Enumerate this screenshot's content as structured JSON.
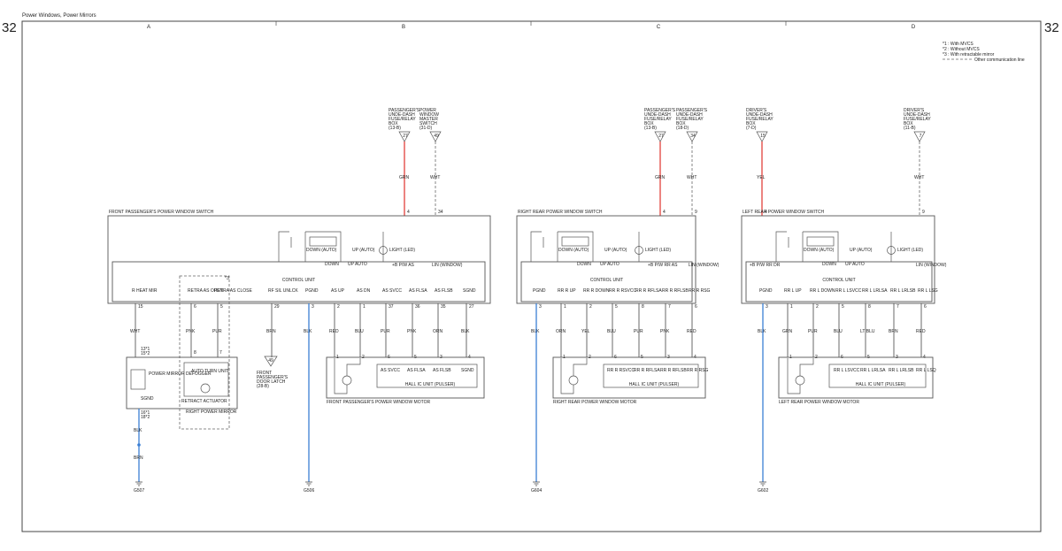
{
  "header": {
    "title": "Power Windows, Power Mirrors",
    "page": "32"
  },
  "columns": [
    "A",
    "B",
    "C",
    "D"
  ],
  "legend": [
    "*1 : With MVCS",
    "*2 : Without MVCS",
    "*3 : With retractable mirror",
    "Other communication line"
  ],
  "sources": [
    {
      "lines": [
        "PASSENGER'S",
        "UNDE-DASH",
        "FUSE/RELAY",
        "BOX",
        "(13-B)"
      ],
      "fuse": "27",
      "color": "GRN",
      "pin": "4"
    },
    {
      "lines": [
        "POWER",
        "WINDOW",
        "MASTER",
        "SWITCH",
        "(31-D)"
      ],
      "fuse": "49",
      "color": "WHT",
      "pin": "34"
    },
    {
      "lines": [
        "PASSENGER'S",
        "UNDE-DASH",
        "FUSE/RELAY",
        "BOX",
        "(13-B)"
      ],
      "fuse": "27",
      "color": "GRN",
      "pin": "4"
    },
    {
      "lines": [
        "PASSENGER'S",
        "UNDE-DASH",
        "FUSE/RELAY",
        "BOX",
        "(18-D)"
      ],
      "fuse": "34",
      "color": "WHT",
      "pin": "9"
    },
    {
      "lines": [
        "DRIVER'S",
        "UNDE-DASH",
        "FUSE/RELAY",
        "BOX",
        "(7-D)"
      ],
      "fuse": "15",
      "color": "YEL",
      "pin": "4"
    },
    {
      "lines": [
        "DRIVER'S",
        "UNDE-DASH",
        "FUSE/RELAY",
        "BOX",
        "(11-B)"
      ],
      "fuse": "7",
      "color": "WHT",
      "pin": "9"
    }
  ],
  "switches": [
    {
      "title": "FRONT PASSENGER'S POWER WINDOW SWITCH",
      "control_unit": "CONTROL UNIT",
      "down_auto": "DOWN (AUTO)",
      "up_auto": "UP (AUTO)",
      "down": "DOWN",
      "up_auto2": "UP AUTO",
      "light": "LIGHT (LED)",
      "pwr_label": "+B P/W AS",
      "lin_label": "LIN (WINDOW)",
      "retract_group": "*3",
      "terminals": [
        {
          "label": "R HEAT MIR",
          "pin": "15",
          "color": "WHT"
        },
        {
          "label": "RETRA AS OPEN",
          "pin": "6",
          "color": "PNK"
        },
        {
          "label": "RETRA AS CLOSE",
          "pin": "5",
          "color": "PUR"
        },
        {
          "label": "RF SIL UNLCK",
          "pin": "29",
          "color": "BRN"
        },
        {
          "label": "PGND",
          "pin": "3",
          "color": "BLK"
        },
        {
          "label": "AS UP",
          "pin": "2",
          "color": "RED"
        },
        {
          "label": "AS DN",
          "pin": "1",
          "color": "BLU"
        },
        {
          "label": "AS SVCC",
          "pin": "37",
          "color": "PUR"
        },
        {
          "label": "AS FLSA",
          "pin": "36",
          "color": "PNK"
        },
        {
          "label": "AS FLSB",
          "pin": "35",
          "color": "ORN"
        },
        {
          "label": "SGND",
          "pin": "27",
          "color": "BLK"
        }
      ]
    },
    {
      "title": "RIGHT REAR POWER WINDOW SWITCH",
      "control_unit": "CONTROL UNIT",
      "down_auto": "DOWN (AUTO)",
      "up_auto": "UP (AUTO)",
      "down": "DOWN",
      "up_auto2": "UP AUTO",
      "light": "LIGHT (LED)",
      "pwr_label": "+B P/W RR AS",
      "lin_label": "LIN (WINDOW)",
      "terminals": [
        {
          "label": "PGND",
          "pin": "3",
          "color": "BLK"
        },
        {
          "label": "RR R UP",
          "pin": "1",
          "color": "ORN"
        },
        {
          "label": "RR R DOWN",
          "pin": "2",
          "color": "YEL"
        },
        {
          "label": "RR R RSVCC",
          "pin": "5",
          "color": "BLU"
        },
        {
          "label": "RR R RFLSA",
          "pin": "8",
          "color": "PUR"
        },
        {
          "label": "RR R RFLSB",
          "pin": "7",
          "color": "PNK"
        },
        {
          "label": "RR R RSG",
          "pin": "6",
          "color": "RED"
        }
      ]
    },
    {
      "title": "LEFT REAR POWER WINDOW SWITCH",
      "control_unit": "CONTROL UNIT",
      "down_auto": "DOWN (AUTO)",
      "up_auto": "UP (AUTO)",
      "down": "DOWN",
      "up_auto2": "UP AUTO",
      "light": "LIGHT (LED)",
      "pwr_label": "+B P/W RR DR",
      "lin_label": "LIN (WINDOW)",
      "terminals": [
        {
          "label": "PGND",
          "pin": "3",
          "color": "BLK"
        },
        {
          "label": "RR L UP",
          "pin": "1",
          "color": "GRN"
        },
        {
          "label": "RR L DOWN",
          "pin": "2",
          "color": "PUR"
        },
        {
          "label": "RR L LSVCC",
          "pin": "5",
          "color": "BLU"
        },
        {
          "label": "RR L LRLSA",
          "pin": "8",
          "color": "LT BLU"
        },
        {
          "label": "RR L LRLSB",
          "pin": "7",
          "color": "BRN"
        },
        {
          "label": "RR L LSG",
          "pin": "6",
          "color": "RED"
        }
      ]
    }
  ],
  "motors": [
    {
      "title": "FRONT PASSENGER'S POWER WINDOW MOTOR",
      "hall": "HALL IC UNIT (PULSER)",
      "pins": [
        "1",
        "2",
        "6",
        "5",
        "3",
        "4"
      ],
      "hall_labels": [
        "AS SVCC",
        "AS FLSA",
        "AS FLSB",
        "SGND"
      ]
    },
    {
      "title": "RIGHT REAR POWER WINDOW MOTOR",
      "hall": "HALL IC UNIT (PULSER)",
      "pins": [
        "1",
        "2",
        "6",
        "5",
        "3",
        "4"
      ],
      "hall_labels": [
        "RR R RSVCC",
        "RR R RFLSA",
        "RR R RFLSB",
        "RR R RSG"
      ]
    },
    {
      "title": "LEFT REAR POWER WINDOW MOTOR",
      "hall": "HALL IC UNIT (PULSER)",
      "pins": [
        "1",
        "2",
        "6",
        "5",
        "3",
        "4"
      ],
      "hall_labels": [
        "RR L LSVCC",
        "RR L LRLSA",
        "RR L LRLSB",
        "RR L LSQ"
      ]
    }
  ],
  "mirror": {
    "title": "RIGHT POWER MIRROR",
    "defogger": "POWER MIRROR DEFOGGER",
    "sgnd": "SGND",
    "pins_top": [
      "13*1",
      "15*2"
    ],
    "pins_bottom": [
      "16*1",
      "18*2"
    ],
    "retract": "RETRACT ACTUATOR",
    "auto_turn": "AUTO TURN UNIT",
    "retract_pins": [
      "8",
      "7"
    ],
    "wire_colors": [
      "BLK",
      "BRN"
    ]
  },
  "door_latch": {
    "fuse": "49",
    "lines": [
      "FRONT",
      "PASSENGER'S",
      "DOOR LATCH",
      "(28-B)"
    ]
  },
  "grounds": [
    "G507",
    "G506",
    "G604",
    "G602"
  ]
}
